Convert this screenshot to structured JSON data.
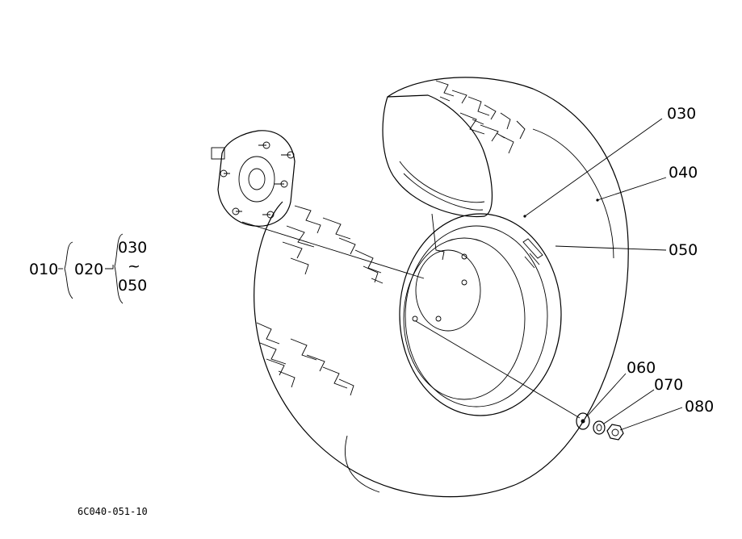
{
  "labels": {
    "p010": "010",
    "p020": "020",
    "p030": "030",
    "p040": "040",
    "p050": "050",
    "p060": "060",
    "p070": "070",
    "p080": "080",
    "group_from": "030",
    "group_tilde": "~",
    "group_to": "050"
  },
  "drawing_id": "6C040-051-10",
  "colors": {
    "ink": "#000000",
    "paper": "#ffffff"
  }
}
